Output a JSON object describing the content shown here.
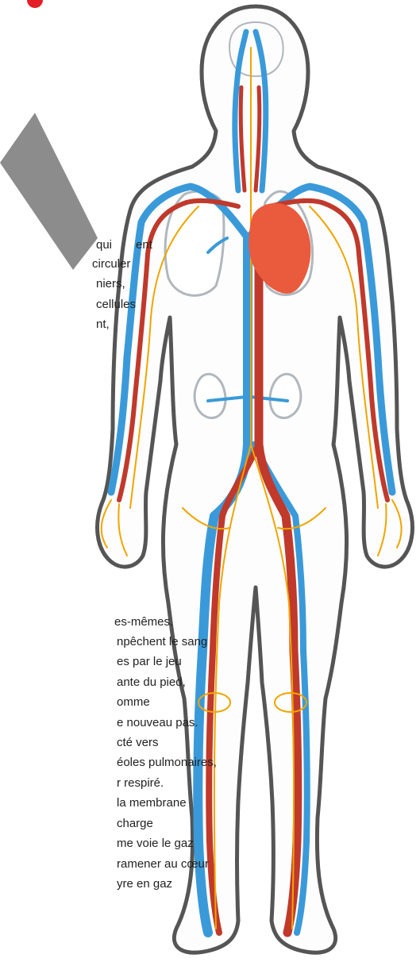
{
  "upper_text_lines": [
    "qui",
    "ent",
    "circuler",
    "niers,",
    "cellules",
    "nt,"
  ],
  "lower_text_lines": [
    "es-mêmes.",
    "npêchent le sang",
    "es par le jeu",
    "ante du pied,",
    "omme",
    "e nouveau pas.",
    "cté vers",
    "éoles pulmonaires,",
    "r respiré.",
    "la membrane",
    "charge",
    "me voie le gaz",
    "ramener au cœur",
    "yre en gaz"
  ],
  "colors": {
    "artery": "#c0392b",
    "vein": "#3a9ad9",
    "nerve": "#f0a500",
    "heart": "#ea5a3d",
    "outline": "#555555",
    "lung": "#b0b7bd",
    "marker": "#e41e26",
    "watermark": "#8c8c8c"
  }
}
